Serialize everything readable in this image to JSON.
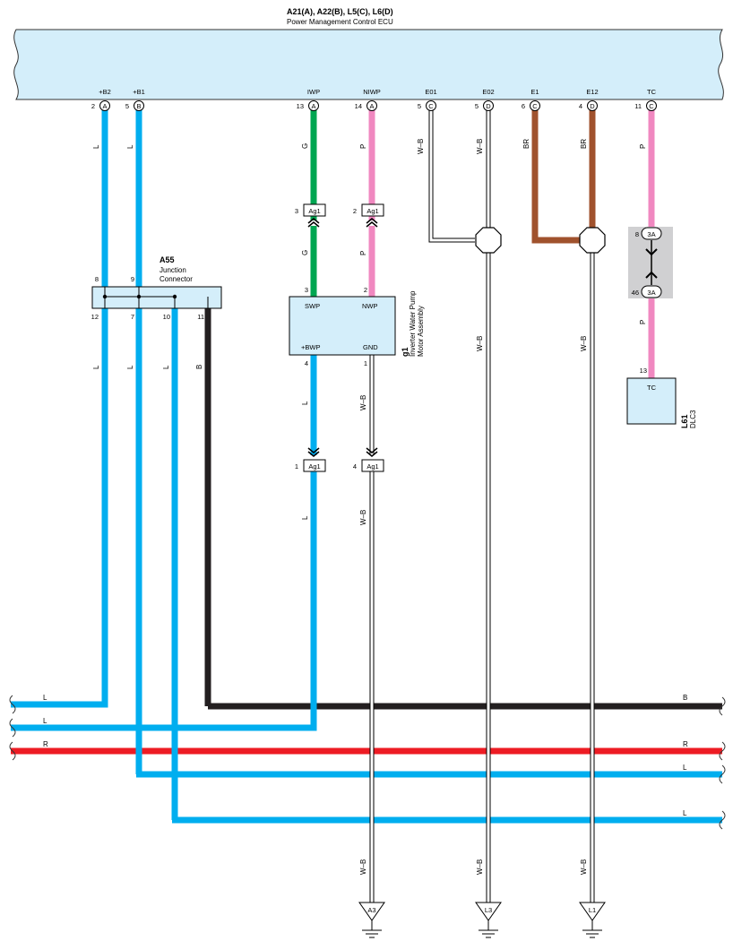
{
  "ecu": {
    "title": "A21(A), A22(B), L5(C), L6(D)",
    "name": "Power Management Control ECU",
    "pins": [
      {
        "label": "+B2",
        "num": "2",
        "conn": "A"
      },
      {
        "label": "+B1",
        "num": "5",
        "conn": "B"
      },
      {
        "label": "IWP",
        "num": "13",
        "conn": "A"
      },
      {
        "label": "NIWP",
        "num": "14",
        "conn": "A"
      },
      {
        "label": "E01",
        "num": "5",
        "conn": "C"
      },
      {
        "label": "E02",
        "num": "5",
        "conn": "D"
      },
      {
        "label": "E1",
        "num": "6",
        "conn": "C"
      },
      {
        "label": "E12",
        "num": "4",
        "conn": "D"
      },
      {
        "label": "TC",
        "num": "11",
        "conn": "C"
      }
    ]
  },
  "wire_codes": {
    "plus_b2": "L",
    "plus_b1": "L",
    "iwp_top": "G",
    "iwp_mid": "G",
    "niwp_top": "P",
    "niwp_mid": "P",
    "e01": "W–B",
    "e02": "W–B",
    "e1": "BR",
    "e12": "BR",
    "tc_top": "P",
    "tc_mid": "P",
    "e02_low": "W–B",
    "e12_low": "W–B",
    "jc_12": "L",
    "jc_7": "L",
    "jc_10": "L",
    "jc_11": "B",
    "bwp_1": "L",
    "bwp_2": "L",
    "gnd_1": "W–B",
    "gnd_2": "W–B",
    "gnd_3": "W–B",
    "bottom_a3": "W–B",
    "bottom_l3": "W–B",
    "bottom_l1": "W–B"
  },
  "connectors": {
    "ag1_upper": [
      {
        "num": "3",
        "label": "Ag1"
      },
      {
        "num": "2",
        "label": "Ag1"
      }
    ],
    "ag1_lower": [
      {
        "num": "1",
        "label": "Ag1"
      },
      {
        "num": "4",
        "label": "Ag1"
      }
    ],
    "tc_3a": [
      {
        "num": "8",
        "label": "3A"
      },
      {
        "num": "46",
        "label": "3A"
      }
    ]
  },
  "junction": {
    "id": "A55",
    "name_line1": "Junction",
    "name_line2": "Connector",
    "top_pins": [
      "8",
      "9"
    ],
    "bottom_pins": [
      "12",
      "7",
      "10",
      "11"
    ]
  },
  "pump": {
    "id": "g1",
    "name_line1": "Inverter Water Pump",
    "name_line2": "Motor Assembly",
    "pins": {
      "swp": "SWP",
      "nwp": "NWP",
      "bwp": "+BWP",
      "gnd": "GND"
    },
    "pin_nums": {
      "swp": "3",
      "nwp": "2",
      "bwp": "4",
      "gnd": "1"
    }
  },
  "dlc": {
    "id": "L61",
    "name": "DLC3",
    "pin": "TC",
    "pin_num": "13"
  },
  "bus": {
    "left_labels": [
      "L",
      "L",
      "R"
    ],
    "right_labels": [
      "B",
      "R",
      "L",
      "L"
    ]
  },
  "grounds": [
    "A3",
    "L3",
    "L1"
  ],
  "colors": {
    "L": "#00aeef",
    "G": "#00a651",
    "P": "#f088c0",
    "BR": "#a0522d",
    "B": "#231f20",
    "R": "#ed1c24",
    "ecu_fill": "#d4eefa",
    "connector_gray": "#d0d0d2"
  }
}
